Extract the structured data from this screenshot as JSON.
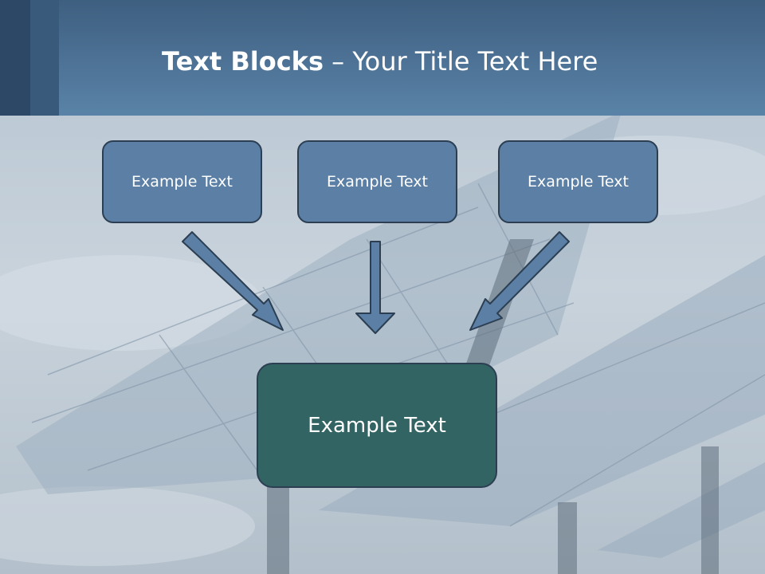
{
  "slide": {
    "title_bold": "Text Blocks",
    "title_dash": " – ",
    "title_rest": "Your Title Text Here",
    "top_boxes": [
      "Example Text",
      "Example Text",
      "Example Text"
    ],
    "bottom_box": "Example Text"
  },
  "colors": {
    "title_bar": "#5a83a8",
    "top_box_fill": "#5b7fa5",
    "bottom_box_fill": "#336464",
    "arrow_fill": "#5b7fa5",
    "border": "#2c3f52"
  },
  "icons": [
    "arrow-down-right-icon",
    "arrow-down-icon",
    "arrow-down-left-icon"
  ]
}
